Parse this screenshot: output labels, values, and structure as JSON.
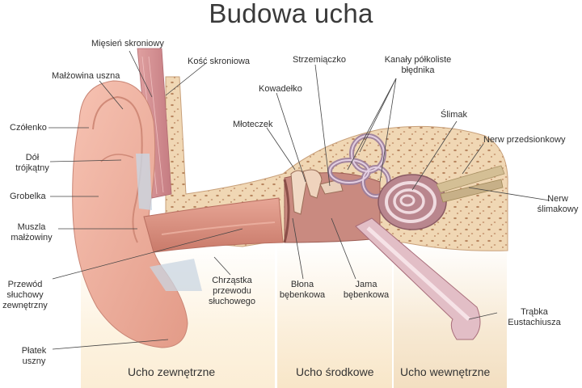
{
  "title": "Budowa ucha",
  "labels": {
    "miesien_skroniowy": "Mięsień skroniowy",
    "kosc_skroniowa": "Kość skroniowa",
    "malzowina_uszna": "Małżowina uszna",
    "czolenko": "Czółenko",
    "dol_trojkatny_1": "Dół",
    "dol_trojkatny_2": "trójkątny",
    "grobelka": "Grobelka",
    "muszla_1": "Muszla",
    "muszla_2": "małżowiny",
    "przewod_1": "Przewód",
    "przewod_2": "słuchowy",
    "przewod_3": "zewnętrzny",
    "platek_1": "Płatek",
    "platek_2": "uszny",
    "chrzastka_1": "Chrząstka",
    "chrzastka_2": "przewodu",
    "chrzastka_3": "słuchowego",
    "kowadelko": "Kowadełko",
    "mloteczek": "Młoteczek",
    "strzemiaczko": "Strzemiączko",
    "kanaly_1": "Kanały półkoliste",
    "kanaly_2": "błędnika",
    "slimak": "Ślimak",
    "nerw_przedsionkowy": "Nerw przedsionkowy",
    "nerw_slimakowy_1": "Nerw",
    "nerw_slimakowy_2": "ślimakowy",
    "blona_1": "Błona",
    "blona_2": "bębenkowa",
    "jama_1": "Jama",
    "jama_2": "bębenkowa",
    "trabka_1": "Trąbka",
    "trabka_2": "Eustachiusza"
  },
  "sections": {
    "outer": "Ucho zewnętrzne",
    "middle": "Ucho środkowe",
    "inner": "Ucho wewnętrzne"
  },
  "colors": {
    "bone": "#f0d7b4",
    "skin": "#eeaa98",
    "canal": "#d98d7d",
    "cochlea": "#b9868e",
    "nerve": "#dcc8a0",
    "leader": "#444444"
  }
}
